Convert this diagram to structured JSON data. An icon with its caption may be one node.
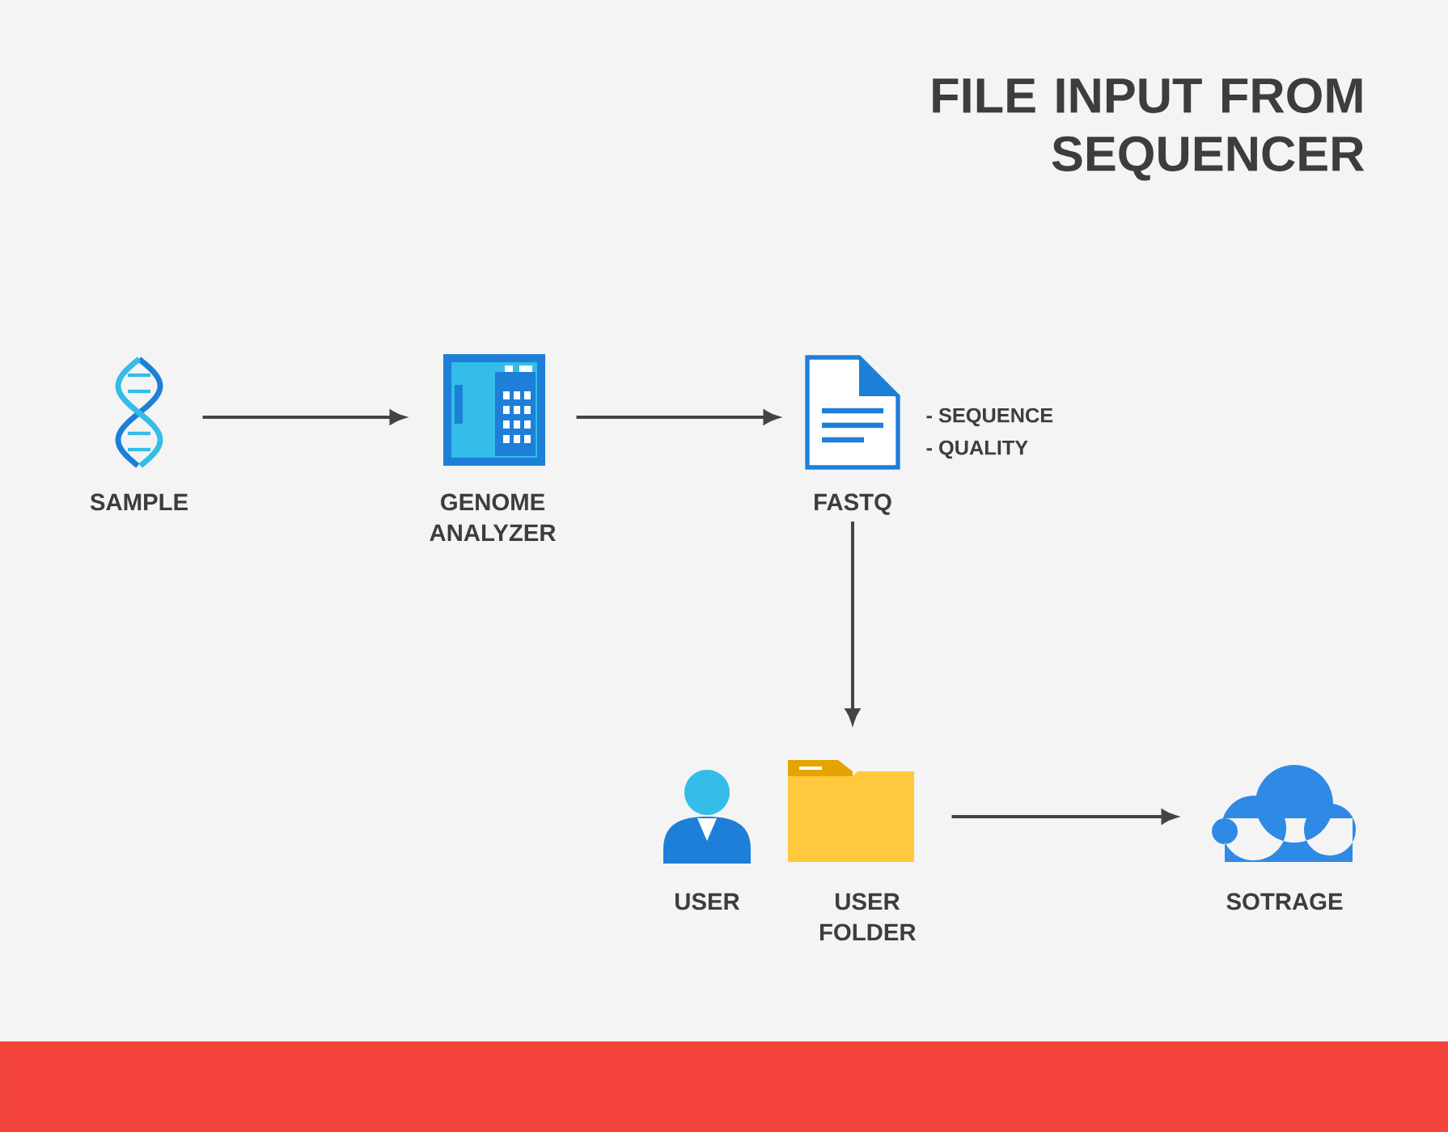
{
  "diagram": {
    "title": "FILE INPUT FROM SEQUENCER",
    "nodes": [
      {
        "text": [
          "SAMPLE"
        ]
      },
      {
        "text": [
          "GENOME ANALYZER"
        ]
      },
      {
        "text": [
          "FASTQ"
        ],
        "beside": [
          "- SEQUENCE",
          "- QUALITY"
        ]
      },
      {
        "text": [
          "USER"
        ]
      },
      {
        "text": [
          "USER FOLDER"
        ]
      },
      {
        "text": [
          "SOTRAGE"
        ]
      }
    ],
    "edges": [
      {
        "from": 0,
        "to": 1,
        "arrow": "to"
      },
      {
        "from": 1,
        "to": 2,
        "arrow": "to"
      },
      {
        "from": 2,
        "to": 4,
        "arrow": "to"
      },
      {
        "from": 4,
        "to": 5,
        "arrow": "to"
      }
    ]
  }
}
